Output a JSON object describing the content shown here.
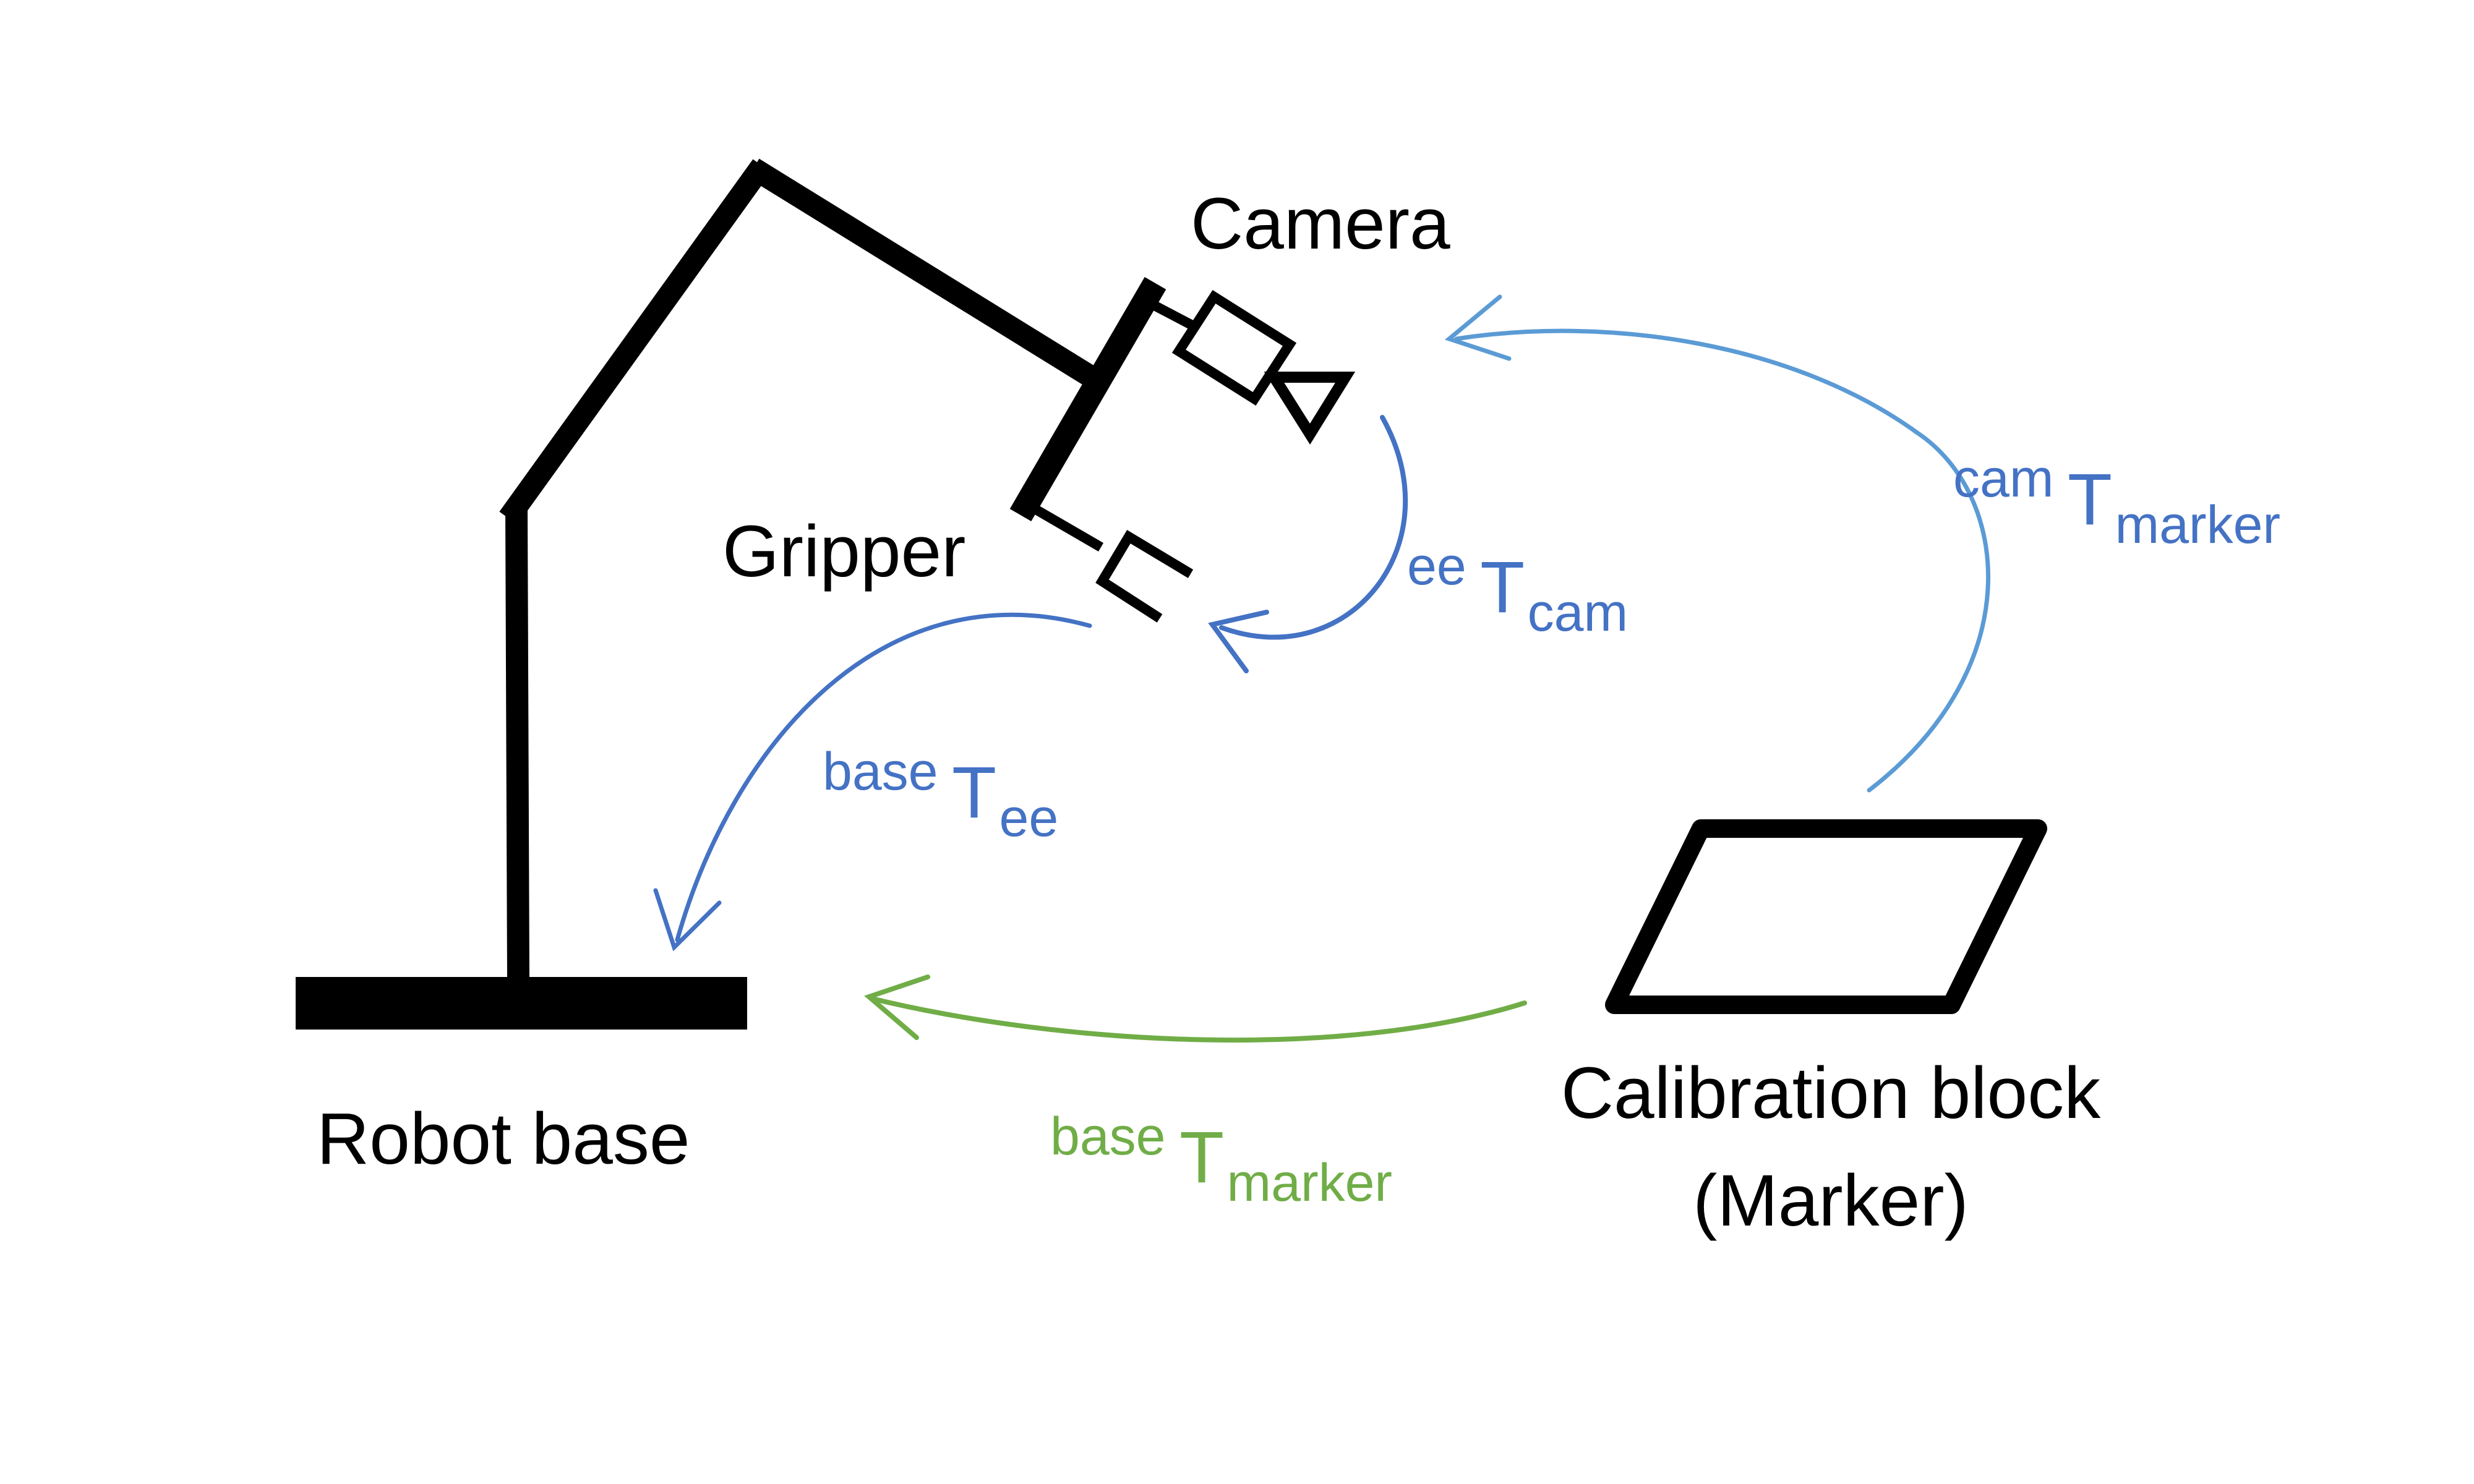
{
  "labels": {
    "camera": "Camera",
    "gripper": "Gripper",
    "robot_base": "Robot base",
    "calibration_block_line1": "Calibration block",
    "calibration_block_line2": "(Marker)"
  },
  "transforms": {
    "base_T_ee": {
      "sup": "base",
      "main": "T",
      "sub": "ee"
    },
    "ee_T_cam": {
      "sup": "ee",
      "main": "T",
      "sub": "cam"
    },
    "cam_T_marker": {
      "sup": "cam",
      "main": "T",
      "sub": "marker"
    },
    "base_T_marker": {
      "sup": "base",
      "main": "T",
      "sub": "marker"
    }
  },
  "colors": {
    "structure": "#000000",
    "base_T_ee": "#4472c4",
    "ee_T_cam": "#4472c4",
    "cam_T_marker": "#5b9bd5",
    "base_T_marker": "#70ad47"
  }
}
